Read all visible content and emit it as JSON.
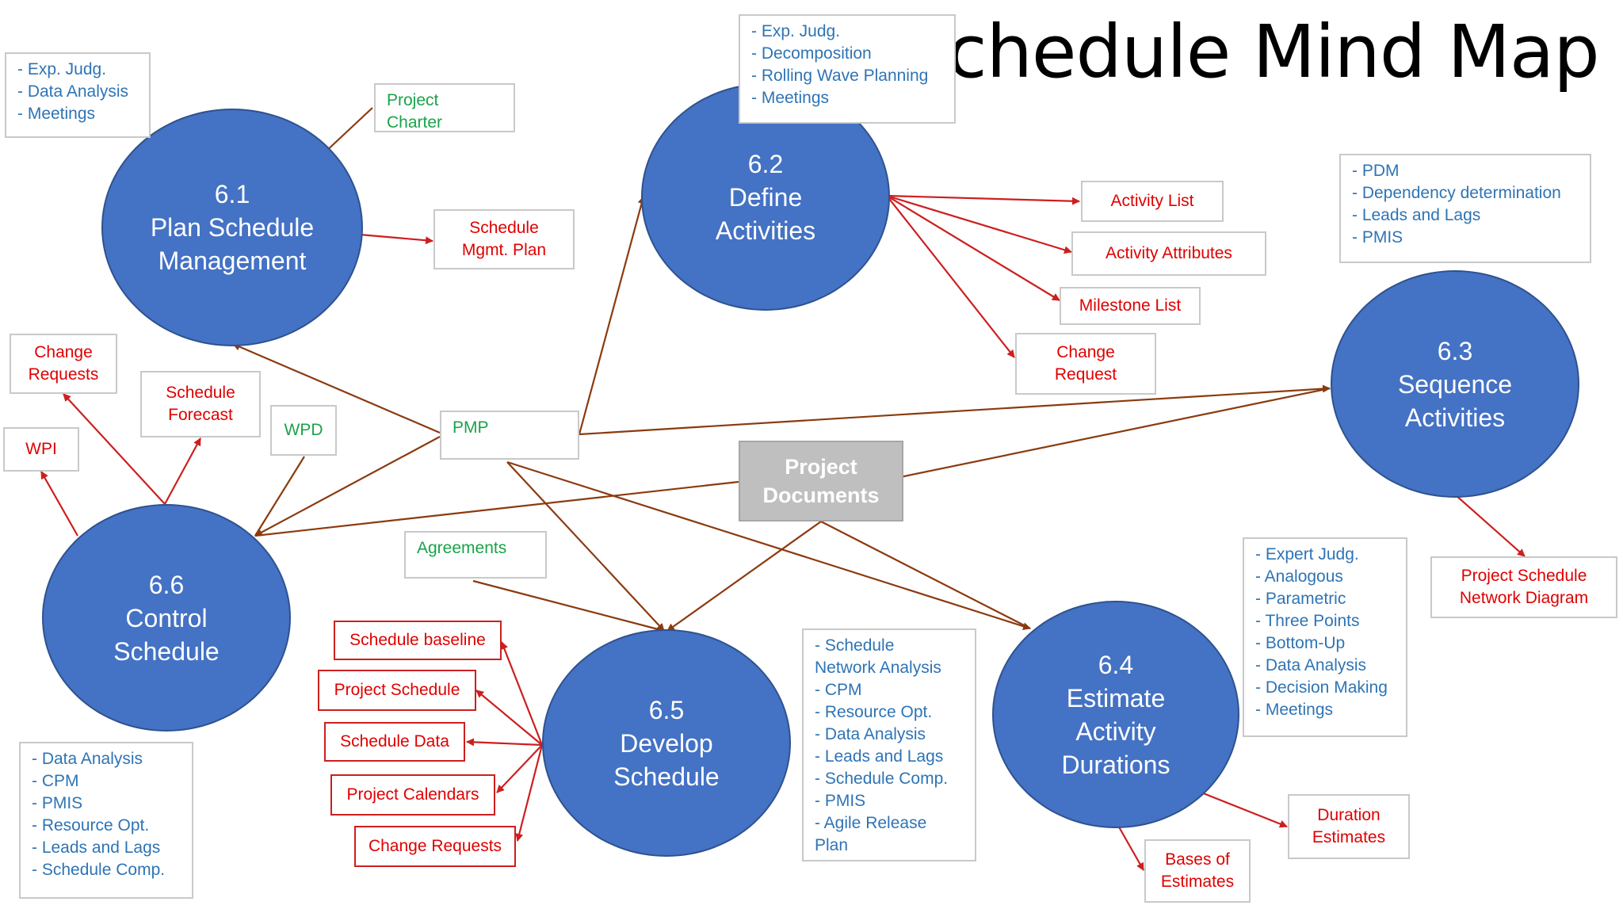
{
  "title": "chedule Mind Map",
  "colors": {
    "process": "#4472c4",
    "input_link": "#8b3a0f",
    "output_link": "#cc1f1f"
  },
  "processes": {
    "p61": {
      "num": "6.1",
      "name": "Plan Schedule Management"
    },
    "p62": {
      "num": "6.2",
      "name": "Define Activities"
    },
    "p63": {
      "num": "6.3",
      "name": "Sequence Activities"
    },
    "p64": {
      "num": "6.4",
      "name": "Estimate Activity Durations"
    },
    "p65": {
      "num": "6.5",
      "name": "Develop Schedule"
    },
    "p66": {
      "num": "6.6",
      "name": "Control Schedule"
    }
  },
  "tools": {
    "t61": "- Exp. Judg.\n- Data Analysis\n- Meetings",
    "t62": "- Exp. Judg.\n- Decomposition\n- Rolling Wave Planning\n- Meetings",
    "t63": "- PDM\n- Dependency determination\n- Leads and Lags\n- PMIS",
    "t64": "- Expert Judg.\n- Analogous\n- Parametric\n- Three Points\n- Bottom-Up\n- Data Analysis\n- Decision Making\n- Meetings",
    "t65": "- Schedule\nNetwork Analysis\n- CPM\n- Resource Opt.\n- Data Analysis\n- Leads and Lags\n- Schedule Comp.\n- PMIS\n- Agile Release\nPlan",
    "t66": "- Data Analysis\n- CPM\n- PMIS\n- Resource Opt.\n- Leads and Lags\n- Schedule Comp."
  },
  "inputs": {
    "project_charter": "Project\nCharter",
    "pmp": "PMP",
    "wpd": "WPD",
    "agreements": "Agreements",
    "project_documents": "Project\nDocuments"
  },
  "outputs": {
    "schedule_mgmt_plan": "Schedule\nMgmt. Plan",
    "activity_list": "Activity List",
    "activity_attributes": "Activity Attributes",
    "milestone_list": "Milestone List",
    "change_request": "Change\nRequest",
    "project_schedule_network_diagram": "Project Schedule\nNetwork Diagram",
    "duration_estimates": "Duration\nEstimates",
    "bases_of_estimates": "Bases of\nEstimates",
    "schedule_baseline": "Schedule baseline",
    "project_schedule": "Project Schedule",
    "schedule_data": "Schedule Data",
    "project_calendars": "Project Calendars",
    "change_requests_65": "Change Requests",
    "change_requests_66": "Change\nRequests",
    "schedule_forecast": "Schedule\nForecast",
    "wpi": "WPI"
  }
}
